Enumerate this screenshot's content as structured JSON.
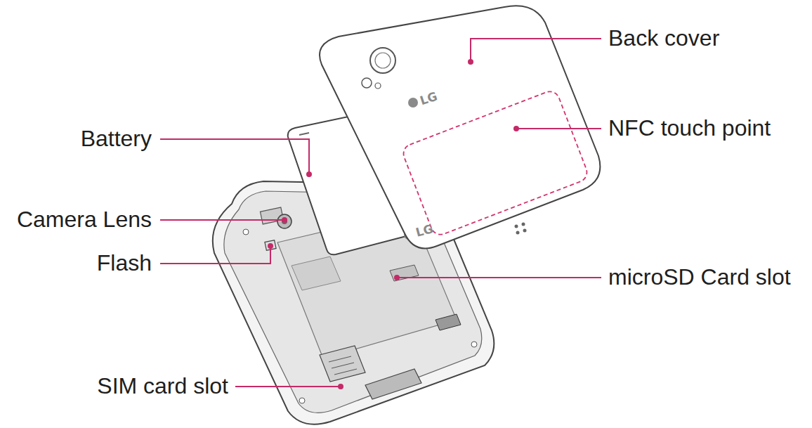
{
  "diagram": {
    "labels": [
      "Back cover",
      "NFC touch point",
      "Battery",
      "Camera Lens",
      "Flash",
      "microSD Card slot",
      "SIM card slot",
      "LG",
      "LG"
    ]
  }
}
